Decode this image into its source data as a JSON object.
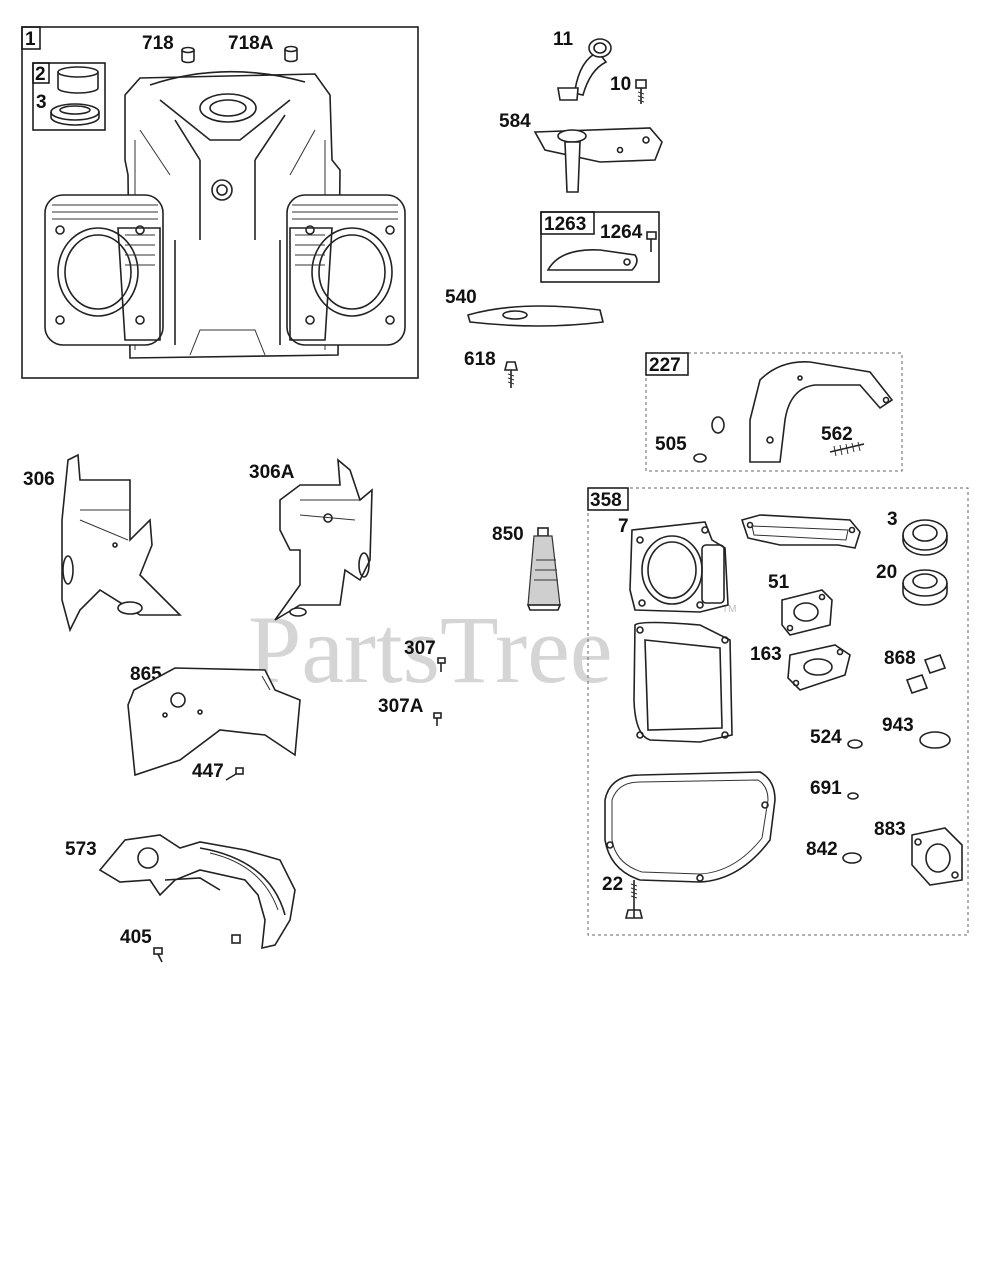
{
  "watermark": {
    "text": "PartsTree",
    "trademark": "TM"
  },
  "labels": {
    "l1": "1",
    "l2": "2",
    "l3a": "3",
    "l718": "718",
    "l718a": "718A",
    "l11": "11",
    "l10": "10",
    "l584": "584",
    "l1263": "1263",
    "l1264": "1264",
    "l540": "540",
    "l618": "618",
    "l227": "227",
    "l505": "505",
    "l562": "562",
    "l306": "306",
    "l306a": "306A",
    "l850": "850",
    "l358": "358",
    "l7": "7",
    "l3b": "3",
    "l20": "20",
    "l51": "51",
    "l163": "163",
    "l868": "868",
    "l307": "307",
    "l307a": "307A",
    "l865": "865",
    "l447": "447",
    "l524": "524",
    "l943": "943",
    "l691": "691",
    "l883": "883",
    "l842": "842",
    "l22": "22",
    "l573": "573",
    "l405": "405"
  },
  "colors": {
    "ink": "#222222",
    "watermark": "#c8c8c8",
    "box": "#111111",
    "dashed": "#666666"
  }
}
